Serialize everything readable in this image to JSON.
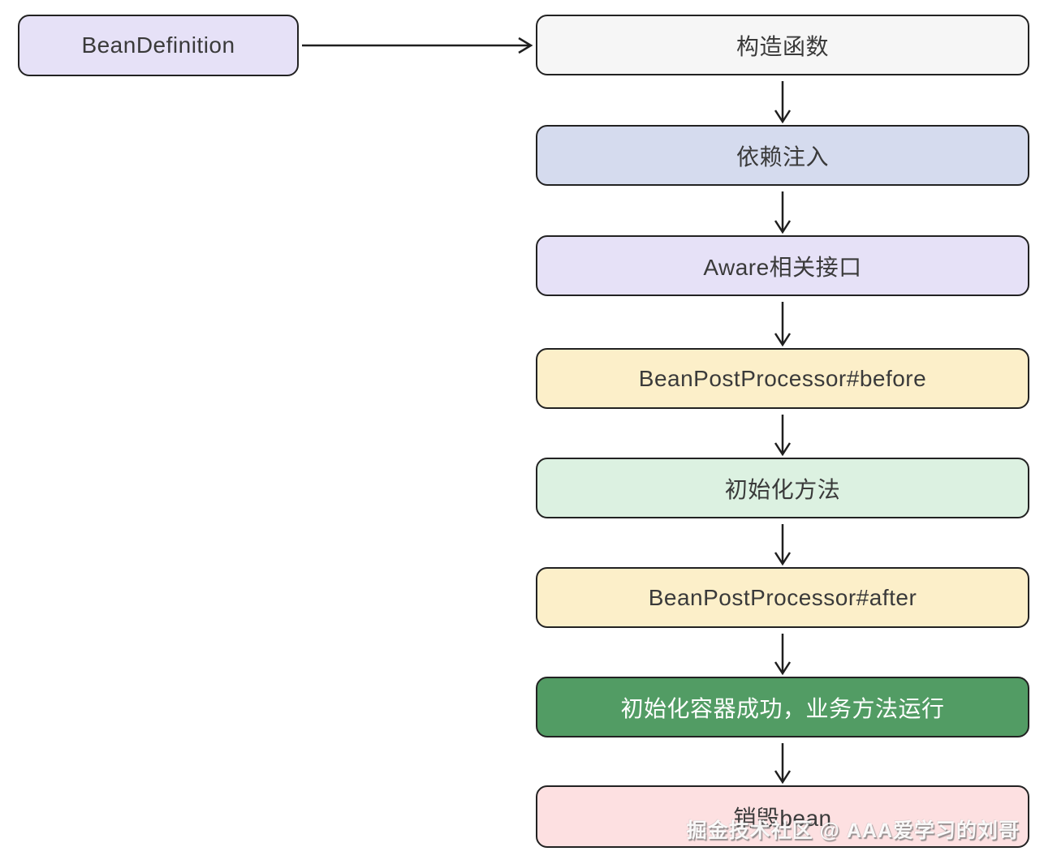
{
  "diagram": {
    "title_semantic": "Spring Bean lifecycle flowchart",
    "stroke_color": "#1f1f1f",
    "start_node": {
      "label": "BeanDefinition",
      "fill": "#e6e1f7",
      "text_color": "#3a3a3a"
    },
    "flow_nodes": [
      {
        "label": "构造函数",
        "fill": "#f6f6f6",
        "text_color": "#3a3a3a"
      },
      {
        "label": "依赖注入",
        "fill": "#d5dbee",
        "text_color": "#3a3a3a"
      },
      {
        "label": "Aware相关接口",
        "fill": "#e6e1f7",
        "text_color": "#3a3a3a"
      },
      {
        "label": "BeanPostProcessor#before",
        "fill": "#fcefc9",
        "text_color": "#3a3a3a"
      },
      {
        "label": "初始化方法",
        "fill": "#dcf1e1",
        "text_color": "#3a3a3a"
      },
      {
        "label": "BeanPostProcessor#after",
        "fill": "#fcefc9",
        "text_color": "#3a3a3a"
      },
      {
        "label": "初始化容器成功，业务方法运行",
        "fill": "#529c64",
        "text_color": "#ffffff"
      },
      {
        "label": "销毁bean",
        "fill": "#fde0e1",
        "text_color": "#3a3a3a"
      }
    ]
  },
  "watermark": {
    "text": "掘金技术社区 @ AAA爱学习的刘哥"
  }
}
